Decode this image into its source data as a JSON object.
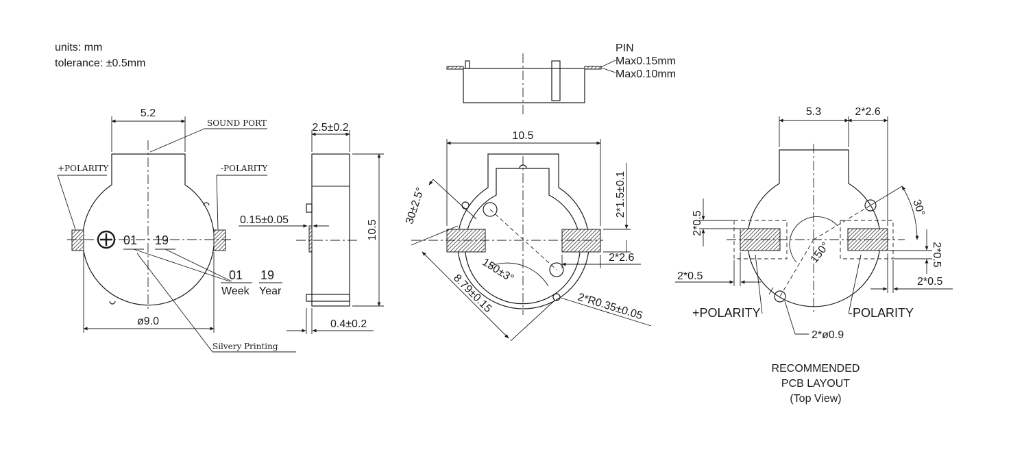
{
  "notes": {
    "units": "units: mm",
    "tolerance": "tolerance: ±0.5mm"
  },
  "front_view": {
    "dim_width_top": "5.2",
    "sound_port": "SOUND PORT",
    "plus_polarity": "+POLARITY",
    "minus_polarity": "-POLARITY",
    "print_week": "01",
    "print_year": "19",
    "legend_week_num": "01",
    "legend_year_num": "19",
    "legend_week": "Week",
    "legend_year": "Year",
    "dim_diameter": "ø9.0",
    "silvery_printing": "Silvery Printing"
  },
  "side_view": {
    "dim_top": "2.5±0.2",
    "dim_pin": "0.15±0.05",
    "dim_height": "10.5",
    "dim_bottom": "0.4±0.2"
  },
  "pin_view": {
    "pin": "PIN",
    "max1": "Max0.15mm",
    "max2": "Max0.10mm"
  },
  "bottom_view": {
    "dim_width": "10.5",
    "dim_right": "2*1.5±0.1",
    "dim_angle_small": "30±2.5°",
    "dim_pad_w": "2*2.6",
    "dim_angle": "150±3°",
    "dim_diag": "8.79±0.15",
    "dim_radius": "2*R0.35±0.05"
  },
  "pcb_layout": {
    "dim_53": "5.3",
    "dim_26": "2*2.6",
    "dim_30": "30°",
    "dim_05_left": "2*0.5",
    "dim_05_bottom_left": "2*0.5",
    "dim_05_right_v": "2*0.5",
    "dim_05_right_h": "2*0.5",
    "dim_150": "150°",
    "plus_polarity": "+POLARITY",
    "minus_polarity": "-POLARITY",
    "dim_hole": "2*ø0.9",
    "caption_1": "RECOMMENDED",
    "caption_2": "PCB LAYOUT",
    "caption_3": "(Top View)"
  }
}
